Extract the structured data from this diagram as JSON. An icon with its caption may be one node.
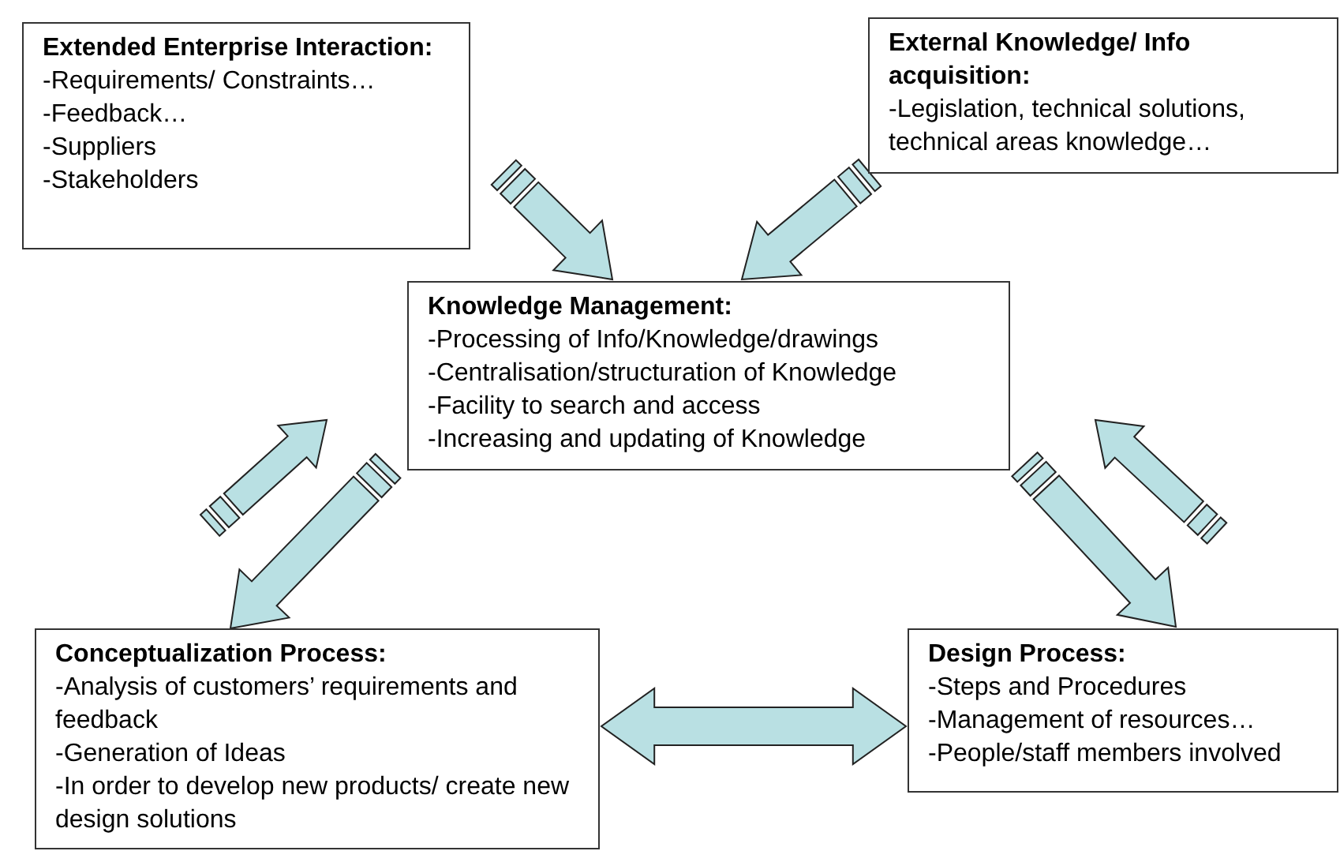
{
  "diagram": {
    "nodes": [
      {
        "text": [
          "Extended Enterprise Interaction:",
          "-Requirements/ Constraints…",
          "-Feedback…",
          "-Suppliers",
          "-Stakeholders"
        ]
      },
      {
        "text": [
          "External Knowledge/ Info acquisition:",
          "-Legislation, technical solutions, technical areas knowledge…"
        ]
      },
      {
        "text": [
          "Knowledge Management:",
          "-Processing of Info/Knowledge/drawings",
          "-Centralisation/structuration of Knowledge",
          "-Facility to search and access",
          "-Increasing and updating of Knowledge"
        ]
      },
      {
        "text": [
          "Conceptualization Process:",
          "-Analysis of customers’ requirements and feedback",
          "-Generation of Ideas",
          "-In order to develop new products/ create new design solutions"
        ]
      },
      {
        "text": [
          "Design Process:",
          "-Steps and Procedures",
          "-Management of resources…",
          "-People/staff members involved"
        ]
      }
    ],
    "edges": [
      {
        "from": 0,
        "to": 2,
        "arrow": "to"
      },
      {
        "from": 1,
        "to": 2,
        "arrow": "to"
      },
      {
        "from": 2,
        "to": 3,
        "arrow": "to"
      },
      {
        "from": 3,
        "to": 2,
        "arrow": "to"
      },
      {
        "from": 2,
        "to": 4,
        "arrow": "to"
      },
      {
        "from": 4,
        "to": 2,
        "arrow": "to"
      },
      {
        "from": 3,
        "to": 4,
        "arrow": "both"
      }
    ]
  }
}
